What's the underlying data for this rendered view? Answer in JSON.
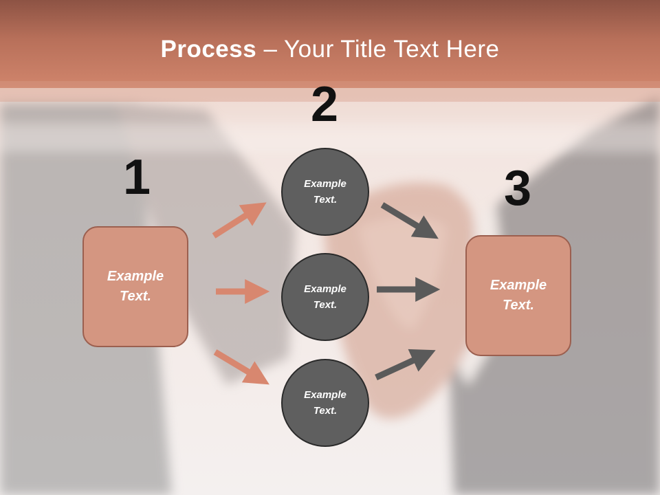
{
  "title": {
    "bold": "Process",
    "rest": " – Your Title Text Here"
  },
  "steps": [
    {
      "number": "1",
      "text": "Example Text."
    },
    {
      "number": "2",
      "text": "Example Text."
    },
    {
      "number": "3",
      "text": "Example Text."
    }
  ],
  "circles": [
    {
      "text": "Example Text."
    },
    {
      "text": "Example Text."
    },
    {
      "text": "Example Text."
    }
  ],
  "colors": {
    "banner": "#b86a52",
    "box_fill": "#d49681",
    "circle_fill": "#5f5f5f",
    "arrow_left": "#d8876f",
    "arrow_right": "#5a5a5a"
  }
}
